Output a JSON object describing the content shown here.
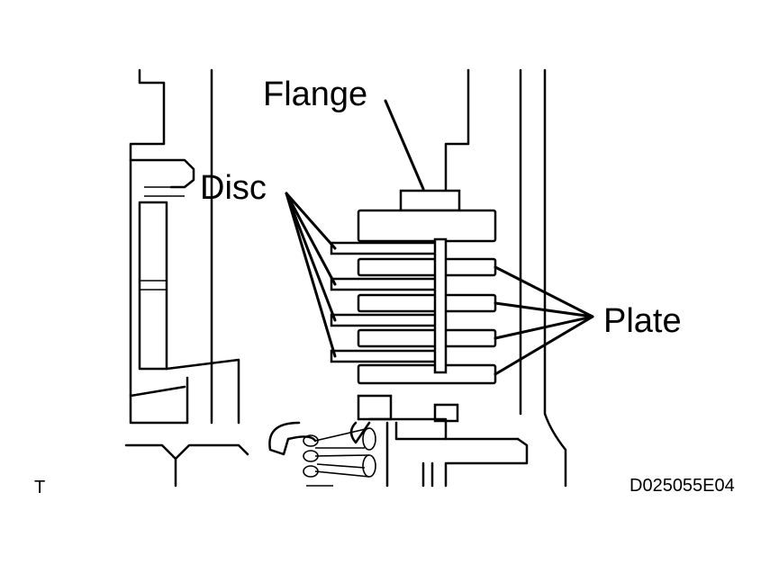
{
  "labels": {
    "flange": "Flange",
    "disc": "Disc",
    "plate": "Plate",
    "corner_mark": "T",
    "figure_code": "D025055E04"
  }
}
